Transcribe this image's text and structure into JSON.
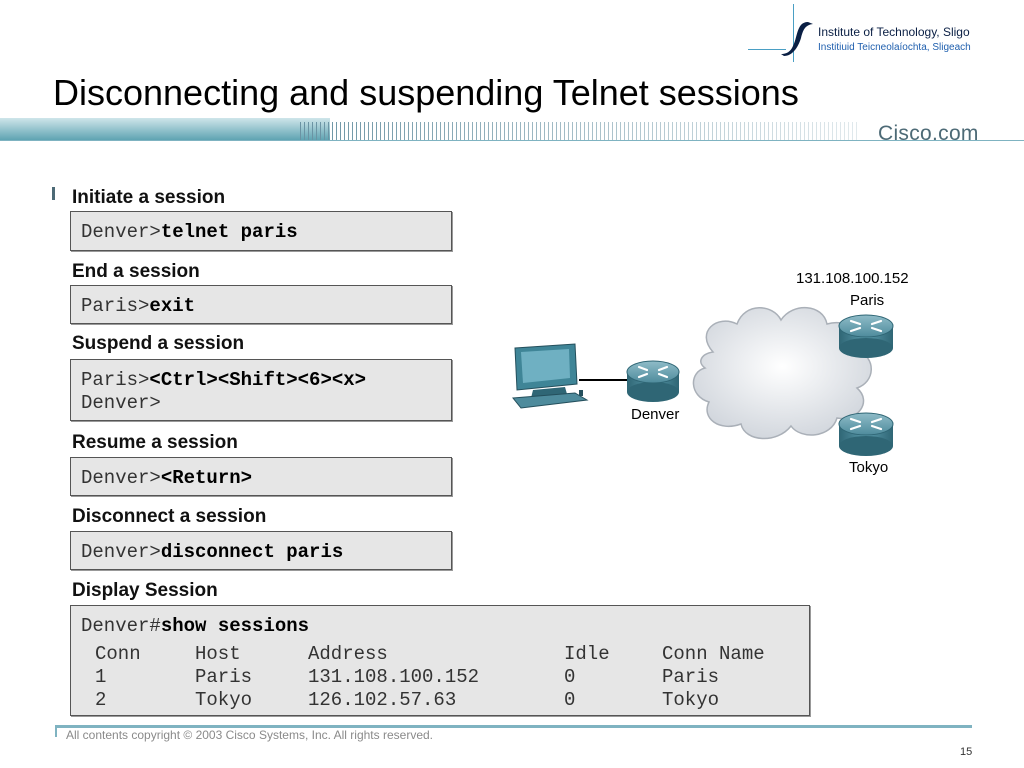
{
  "logo": {
    "line1": "Institute of Technology, Sligo",
    "line2": "Institiuid Teicneolaíochta, Sligeach"
  },
  "title": "Disconnecting and suspending Telnet sessions",
  "brand": "Cisco.com",
  "colors": {
    "band": "#5fa3b2",
    "codebox_bg": "#e6e6e6",
    "brand_text": "#4d6a76"
  },
  "sections": {
    "initiate": {
      "label": "Initiate a session",
      "prompt": "Denver>",
      "command": "telnet paris"
    },
    "end": {
      "label": "End a session",
      "prompt": "Paris>",
      "command": "exit"
    },
    "suspend": {
      "label": "Suspend a session",
      "prompt": "Paris>",
      "command": "<Ctrl><Shift><6><x>",
      "line2": "Denver>"
    },
    "resume": {
      "label": "Resume a session",
      "prompt": "Denver>",
      "command": "<Return>"
    },
    "disconnect": {
      "label": "Disconnect a session",
      "prompt": "Denver>",
      "command": "disconnect paris"
    },
    "display": {
      "label": "Display Session",
      "prompt": "Denver#",
      "command": "show sessions",
      "columns": [
        "Conn",
        "Host",
        "Address",
        "Idle",
        "Conn Name"
      ],
      "rows": [
        [
          "1",
          "Paris",
          "131.108.100.152",
          "0",
          "Paris"
        ],
        [
          "2",
          "Tokyo",
          "126.102.57.63",
          "0",
          "Tokyo"
        ]
      ]
    }
  },
  "diagram": {
    "paris_ip": "131.108.100.152",
    "paris": "Paris",
    "denver": "Denver",
    "tokyo": "Tokyo"
  },
  "footer": {
    "copyright": "All contents copyright © 2003 Cisco Systems, Inc. All rights reserved.",
    "page": "15"
  }
}
